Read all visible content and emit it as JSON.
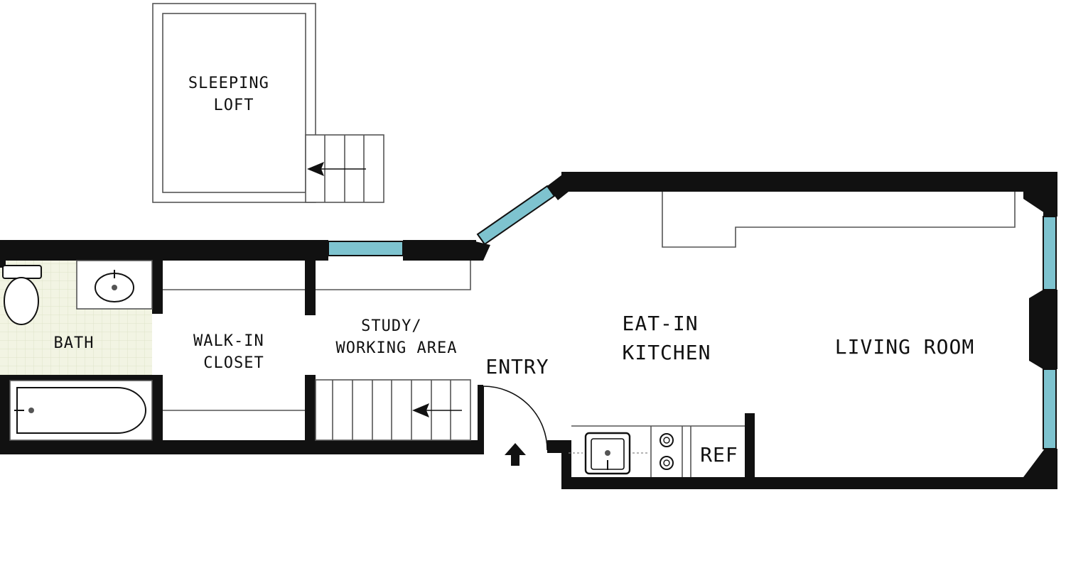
{
  "rooms": {
    "sleeping_loft": [
      "SLEEPING",
      "LOFT"
    ],
    "bath": "BATH",
    "walk_in_closet": [
      "WALK-IN",
      "CLOSET"
    ],
    "study": [
      "STUDY/",
      "WORKING AREA"
    ],
    "entry": "ENTRY",
    "eat_in_kitchen": [
      "EAT-IN",
      "KITCHEN"
    ],
    "living_room": "LIVING ROOM"
  },
  "fixtures": {
    "refrigerator": "REF"
  },
  "colors": {
    "wall": "#111111",
    "window": "#7ec3cf",
    "bath_tile": "#f2f4e3",
    "line": "#555555"
  }
}
